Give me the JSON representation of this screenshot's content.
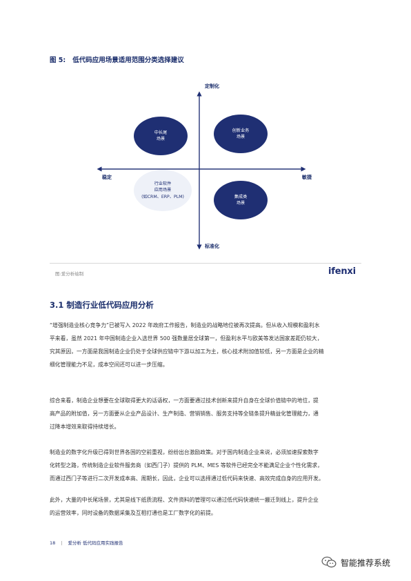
{
  "figure": {
    "number": "图 5:",
    "title": "低代码应用场景适用范围分类选择建议",
    "axis": {
      "top": "定制化",
      "bottom": "标准化",
      "left": "稳定",
      "right": "敏捷"
    },
    "quadrants": [
      {
        "lines": [
          "中长尾",
          "场景"
        ],
        "style": "dark"
      },
      {
        "lines": [
          "创新业务",
          "场景"
        ],
        "style": "dark"
      },
      {
        "lines": [
          "行业软件",
          "应用场景",
          "(如CRM、ERP、PLM)"
        ],
        "style": "light"
      },
      {
        "lines": [
          "集成类",
          "场景"
        ],
        "style": "dark"
      }
    ],
    "source": "图:爱分析绘制",
    "brand": "ifenxi"
  },
  "section": {
    "title": "3.1 制造行业低代码应用分析"
  },
  "paragraphs": [
    [
      "“增强制造业核心竞争力”已被写入 2022 年政府工作报告，制造业的战略地位被再次提高。但从收入规模和盈利水",
      "平来看，虽然 2021 年中国制造企业入选世界 500 强数量居全球第一，但盈利水平与欧美等发达国家差距仍较大，",
      "究其原因，一方面是我国制造企业仍处于全球供应链中下游以加工为主，核心技术附加值较低，另一方面是企业的精",
      "细化管理能力不足，成本空间还可以进一步压缩。"
    ],
    [
      "综合来看，制造企业想要在全球取得更大的话语权，一方面要通过技术创新来提升自身在全球价值链中的地位，提",
      "高产品的附加值，另一方面要从企业产品设计、生产制造、营销销售、服务支持等全链条提升精益化管理能力，通",
      "过降本增效来取得持续增长。"
    ],
    [
      "制造业的数字化升级已得到世界各国的空前重视，纷纷出台激励政策。对于国内制造企业来说，必须加速探索数字",
      "化转型之路，传统制造企业软件服务商（如西门子）提供的 PLM、MES 等软件已经完全不能满足企业个性化需求，",
      "而通过西门子等进行二次开发成本高、周期长，因此，企业可以选择通过低代码来快速、高效完成自身的应用开发。"
    ],
    [
      "此外，大量的中长尾场景，尤其是线下纸质流程、文件资料的管理可以通过低代码快速统一搬迁到线上，提升企业",
      "的运营效率，同时设备的数据采集及互相打通也是工厂数字化的前提。"
    ]
  ],
  "footer": {
    "page": "18",
    "separator": "|",
    "text": "爱分析 低代码应用实践报告"
  },
  "watermark": {
    "text": "智能推荐系统",
    "icon": "wechat-icon"
  },
  "colors": {
    "navy": "#1f2f73",
    "light_bubble": "#eef1f8"
  }
}
